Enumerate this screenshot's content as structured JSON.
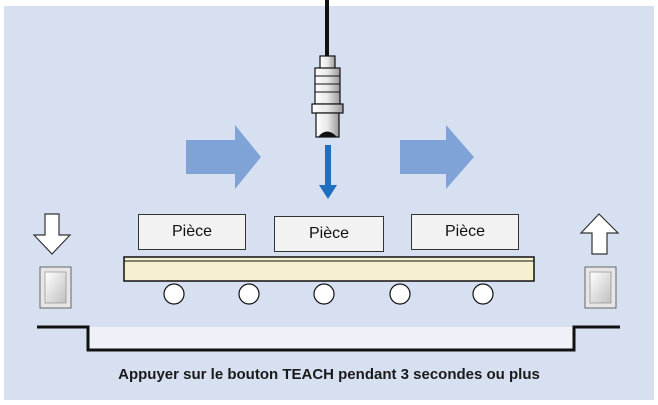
{
  "pieces": [
    {
      "label": "Pièce"
    },
    {
      "label": "Pièce"
    },
    {
      "label": "Pièce"
    }
  ],
  "caption": "Appuyer sur le bouton TEACH pendant 3 secondes ou plus",
  "colors": {
    "background": "#d6e0f0",
    "flow_arrow": "#7fa3d6",
    "detect_arrow": "#1f6fc0",
    "belt": "#f5f0d0"
  },
  "icons": [
    "sensor-icon",
    "flow-arrow-icon",
    "detection-arrow-icon",
    "down-arrow-icon",
    "up-arrow-icon",
    "teach-button-icon",
    "roller-icon"
  ]
}
